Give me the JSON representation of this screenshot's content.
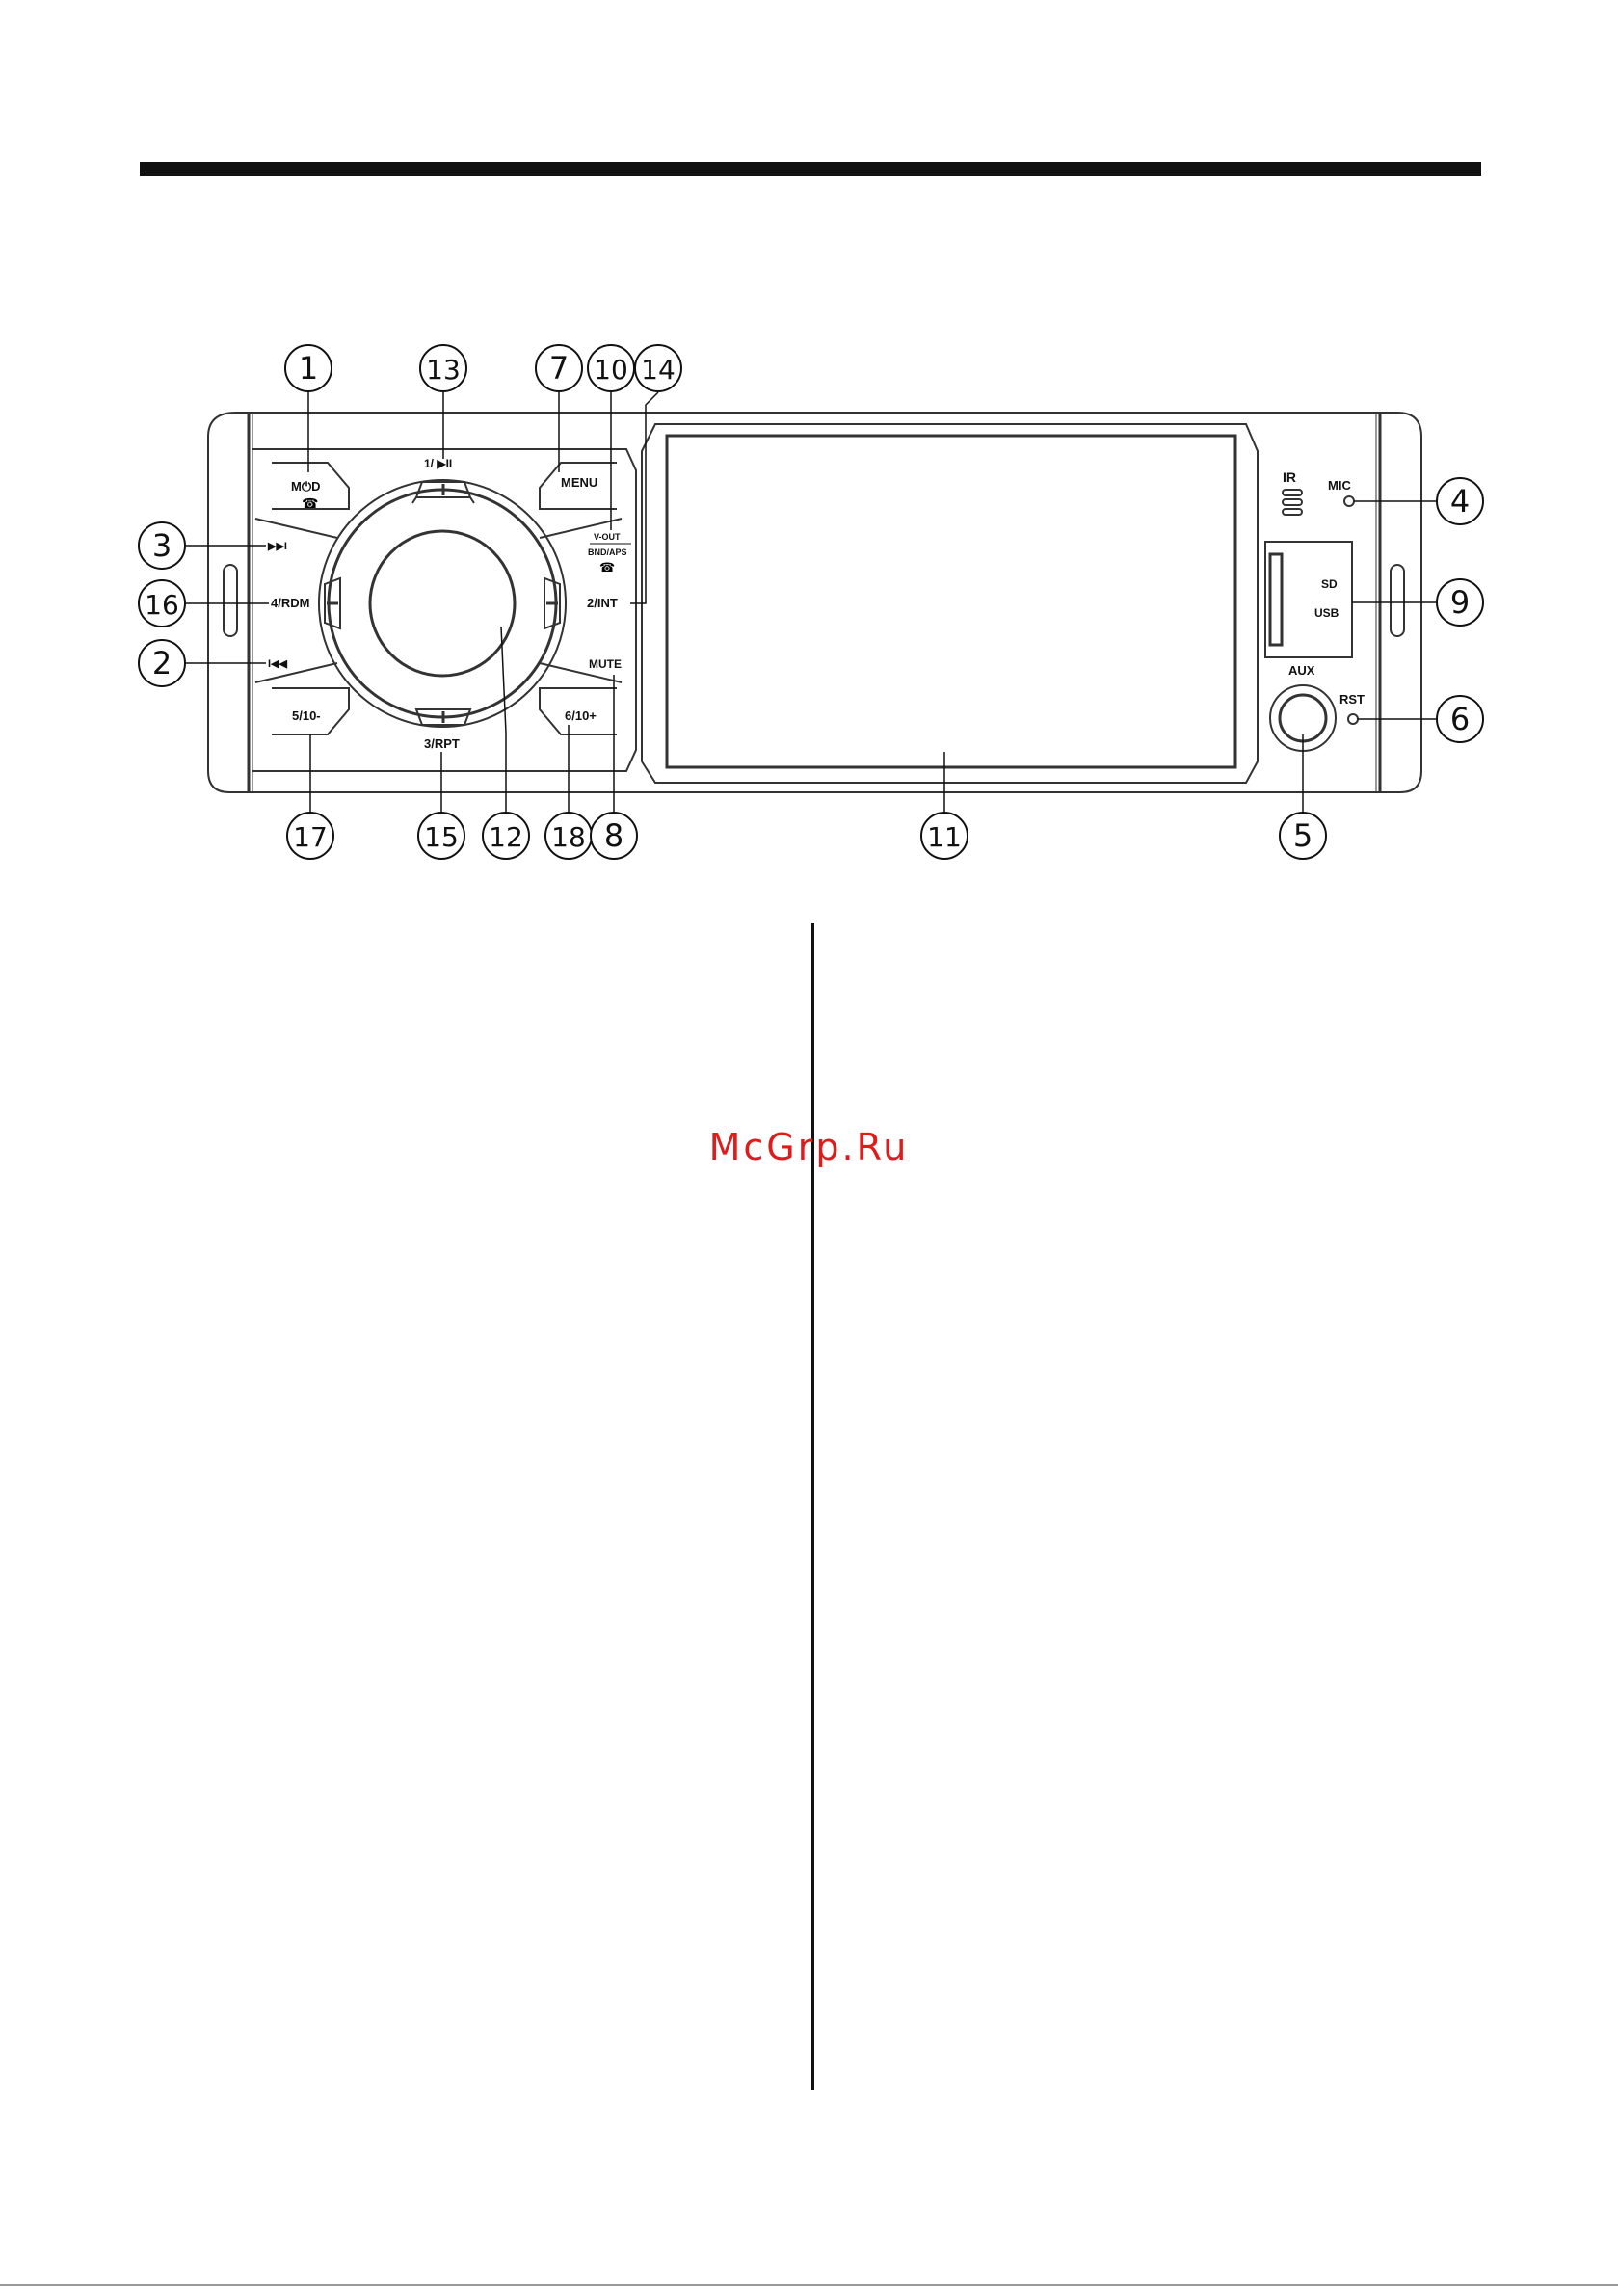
{
  "watermark": "McGrp.Ru",
  "callouts": [
    "1",
    "13",
    "7",
    "10",
    "14",
    "3",
    "16",
    "2",
    "4",
    "9",
    "6",
    "17",
    "15",
    "12",
    "18",
    "8",
    "11",
    "5"
  ],
  "panel": {
    "mode_label": "M⏻D",
    "play_label": "1/ ▶II",
    "menu_label": "MENU",
    "vout_label": "V-OUT",
    "bnd_label": "BND/APS",
    "next_label": "▶▶I",
    "rdm_label": "4/RDM",
    "int_label": "2/INT",
    "prev_label": "I◀◀",
    "mute_label": "MUTE",
    "minus_label": "5/10-",
    "rpt_label": "3/RPT",
    "plus_label": "6/10+",
    "ir_label": "IR",
    "mic_label": "MIC",
    "sd_label": "SD",
    "usb_label": "USB",
    "aux_label": "AUX",
    "rst_label": "RST"
  }
}
